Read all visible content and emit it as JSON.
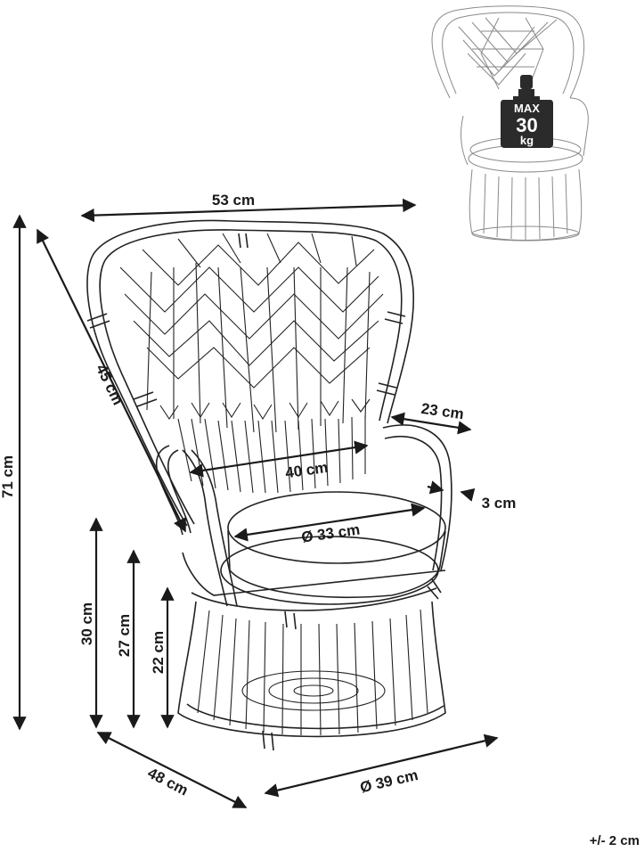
{
  "dimensions": {
    "width_top": "53 cm",
    "back_diagonal": "45 cm",
    "total_height": "71 cm",
    "armrest_depth": "23 cm",
    "inner_width": "40 cm",
    "armrest_thickness": "3 cm",
    "seat_diameter": "Ø 33 cm",
    "height_30": "30 cm",
    "height_27": "27 cm",
    "height_22": "22 cm",
    "depth": "48 cm",
    "base_diameter": "Ø 39 cm"
  },
  "badge": {
    "line1": "MAX",
    "line2": "30",
    "line3": "kg"
  },
  "tolerance": "+/- 2 cm",
  "colors": {
    "ink": "#1a1a1a",
    "badge_fill": "#2b2b2b",
    "thumbnail_line": "#8a8a8a"
  }
}
